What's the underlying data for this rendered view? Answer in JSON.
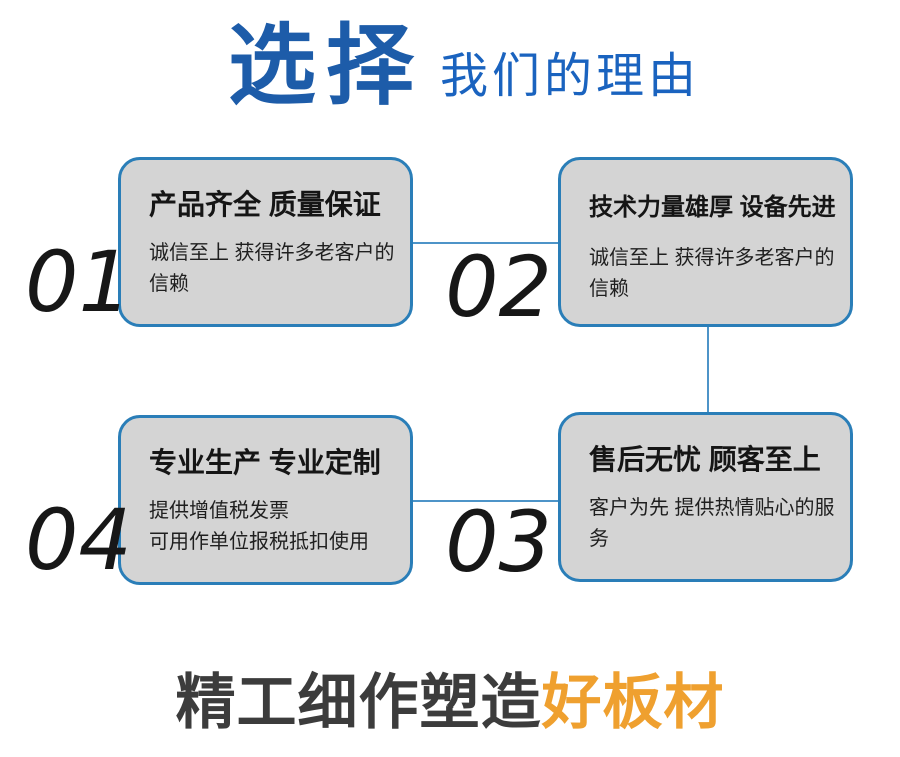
{
  "title": {
    "highlight": "选择",
    "rest": "我们的理由"
  },
  "boxes": [
    {
      "number": "01",
      "title": "产品齐全 质量保证",
      "desc": "诚信至上 获得许多老客户的信赖"
    },
    {
      "number": "02",
      "title": "技术力量雄厚 设备先进",
      "desc": "诚信至上 获得许多老客户的信赖"
    },
    {
      "number": "03",
      "title": "售后无忧 顾客至上",
      "desc": "客户为先 提供热情贴心的服务"
    },
    {
      "number": "04",
      "title": "专业生产 专业定制",
      "desc": "提供增值税发票\n可用作单位报税抵扣使用"
    }
  ],
  "footer": {
    "prefix": "精工细作塑造",
    "highlight": "好板材"
  },
  "colors": {
    "title_blue": "#1d5ca9",
    "title_rest_blue": "#1a63bf",
    "box_border": "#2a7eb8",
    "box_fill": "#d4d4d4",
    "connector": "#4d94c8",
    "number_color": "#171717",
    "footer_gray": "#3c3c3c",
    "footer_orange": "#efa02f"
  }
}
